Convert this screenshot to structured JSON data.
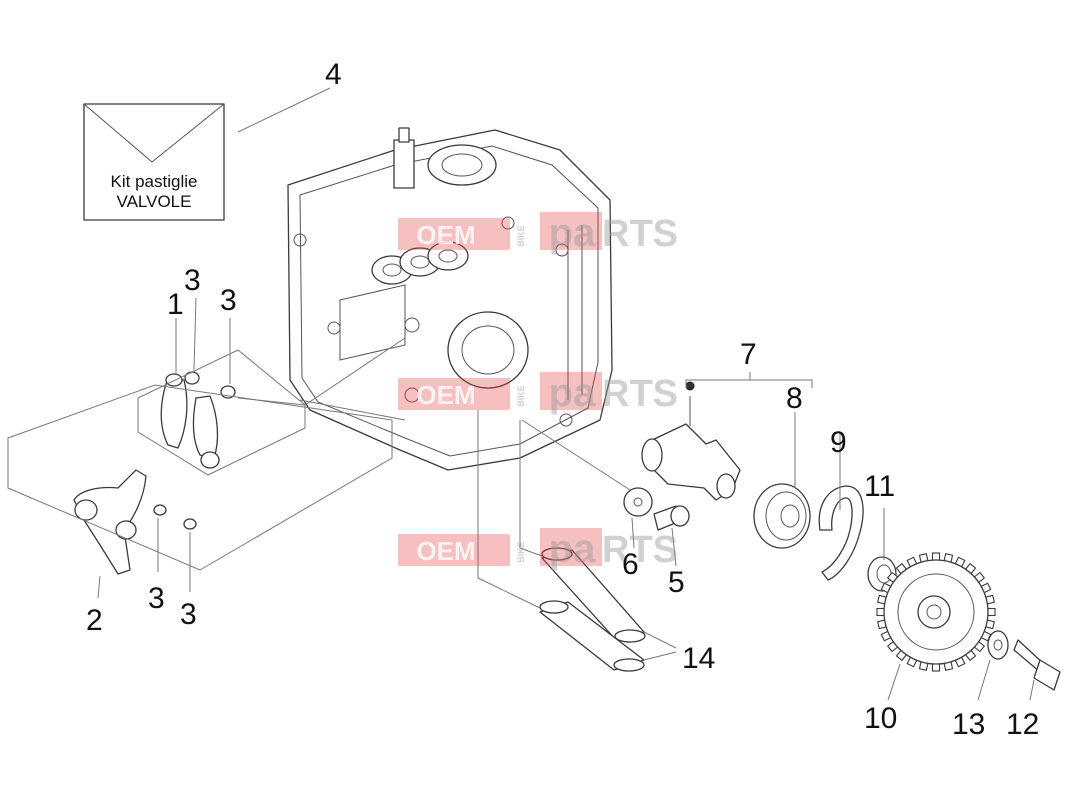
{
  "kit_label": {
    "line1": "Kit pastiglie",
    "line2": "VALVOLE"
  },
  "callouts": [
    "1",
    "2",
    "3",
    "3",
    "3",
    "3",
    "4",
    "5",
    "6",
    "7",
    "8",
    "9",
    "10",
    "11",
    "12",
    "13",
    "14"
  ],
  "watermark": {
    "brand_left": "OEM",
    "brand_small": "BIKE",
    "brand_right_1": "pa",
    "brand_right_2": "RTS"
  },
  "colors": {
    "watermark_red": "#e23a3a",
    "line": "#3a3a3a",
    "text": "#111111"
  }
}
